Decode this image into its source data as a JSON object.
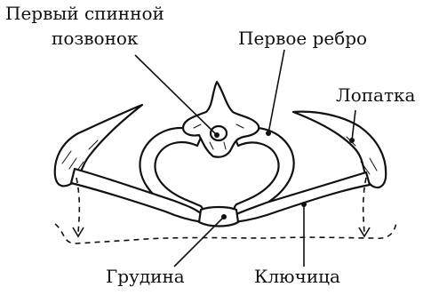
{
  "labels": {
    "first_thoracic_vertebra_line1": "Первый спинной",
    "first_thoracic_vertebra_line2": "позвонок",
    "first_rib": "Первое ребро",
    "scapula": "Лопатка",
    "sternum": "Грудина",
    "clavicle": "Ключица"
  }
}
